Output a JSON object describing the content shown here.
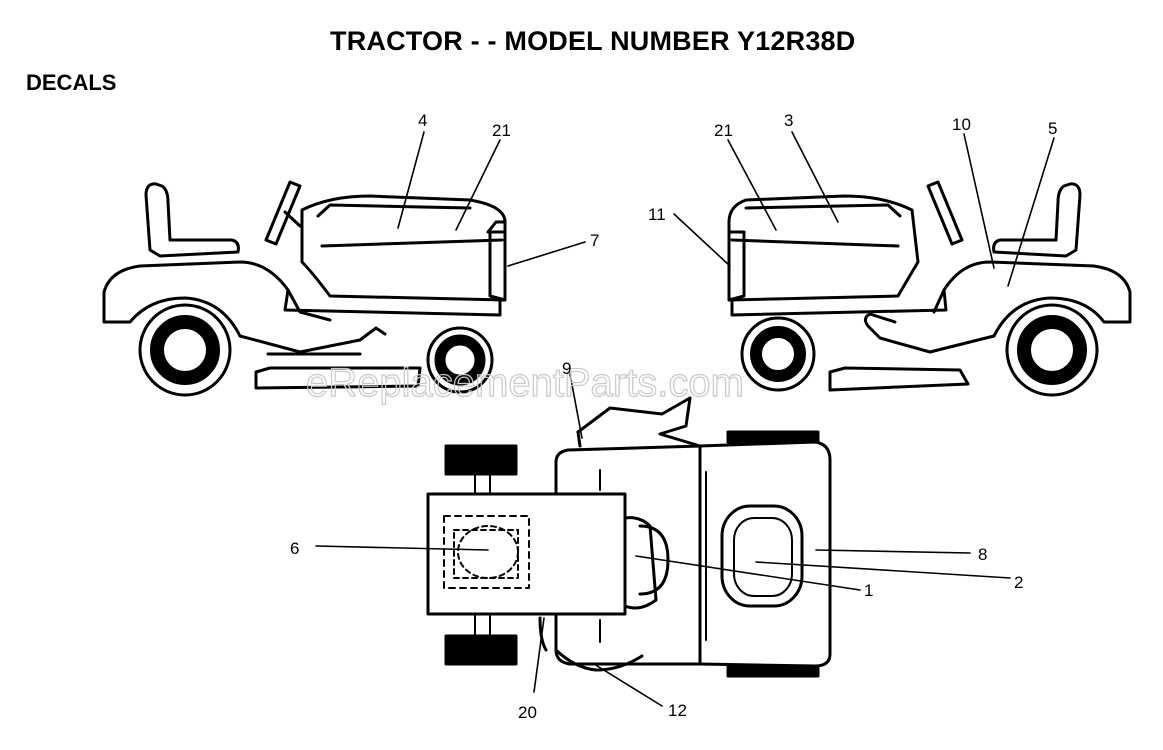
{
  "title": "TRACTOR - - MODEL NUMBER Y12R38D",
  "section": "DECALS",
  "watermark": "eReplacementParts.com",
  "callouts": {
    "c4": "4",
    "c21a": "21",
    "c7": "7",
    "c21b": "21",
    "c3": "3",
    "c10": "10",
    "c5": "5",
    "c11": "11",
    "c9": "9",
    "c6": "6",
    "c8": "8",
    "c1": "1",
    "c2": "2",
    "c20": "20",
    "c12": "12"
  },
  "colors": {
    "ink": "#000000",
    "background": "#ffffff",
    "watermark": "#c9c9c9"
  }
}
